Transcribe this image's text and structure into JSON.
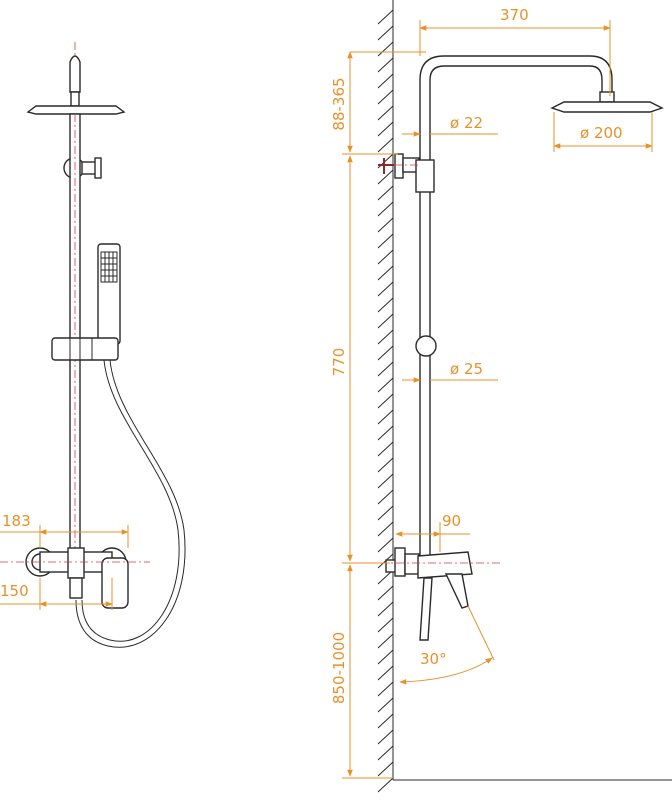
{
  "colors": {
    "dimension": "#e8912a",
    "outline": "#2a2a2a",
    "axis": "#d04040",
    "background": "#ffffff"
  },
  "dimensions": {
    "top_width": "370",
    "head_diameter": "ø 200",
    "pipe_top_diameter": "ø 22",
    "pipe_diameter": "ø 25",
    "head_height_range": "88-365",
    "column_height": "770",
    "mount_height": "850-1000",
    "mixer_depth": "90",
    "spout_angle": "30°",
    "front_width": "183",
    "inlet_spacing": "150"
  }
}
